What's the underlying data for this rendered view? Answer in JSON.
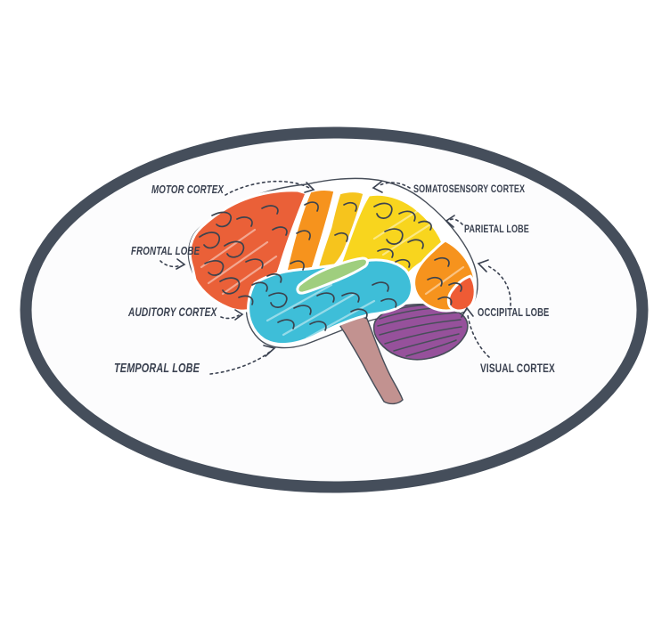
{
  "figure": {
    "kind": "labeled brain anatomy diagram in oval badge",
    "background": "#ffffff",
    "badge_fill": "#fcfcfd",
    "border_color": "#454e5b",
    "text_color": "#3a4150"
  },
  "labels": {
    "motor_cortex": "MOTOR CORTEX",
    "somatosensory_cortex": "SOMATOSENSORY CORTEX",
    "parietal_lobe": "PARIETAL LOBE",
    "frontal_lobe": "FRONTAL LOBE",
    "auditory_cortex": "AUDITORY CORTEX",
    "occipital_lobe": "OCCIPITAL LOBE",
    "temporal_lobe": "TEMPORAL LOBE",
    "visual_cortex": "VISUAL CORTEX"
  },
  "brain": {
    "outline_color": "#474e59",
    "gyri_color": "#3c434e",
    "regions": {
      "frontal_lobe": {
        "color": "#ea6038"
      },
      "motor_cortex": {
        "color": "#f6931d"
      },
      "somatosensory_strip": {
        "color": "#f6c41d"
      },
      "parietal_lobe": {
        "color": "#f8d51e"
      },
      "occipital_lobe": {
        "color": "#f6931d"
      },
      "occipital_tip": {
        "color": "#ee5b35"
      },
      "temporal_lobe": {
        "color": "#3ebed8"
      },
      "insular_patch": {
        "color": "#9fce7e"
      },
      "cerebellum": {
        "color": "#96519b"
      },
      "brainstem": {
        "color": "#c29290"
      }
    }
  }
}
